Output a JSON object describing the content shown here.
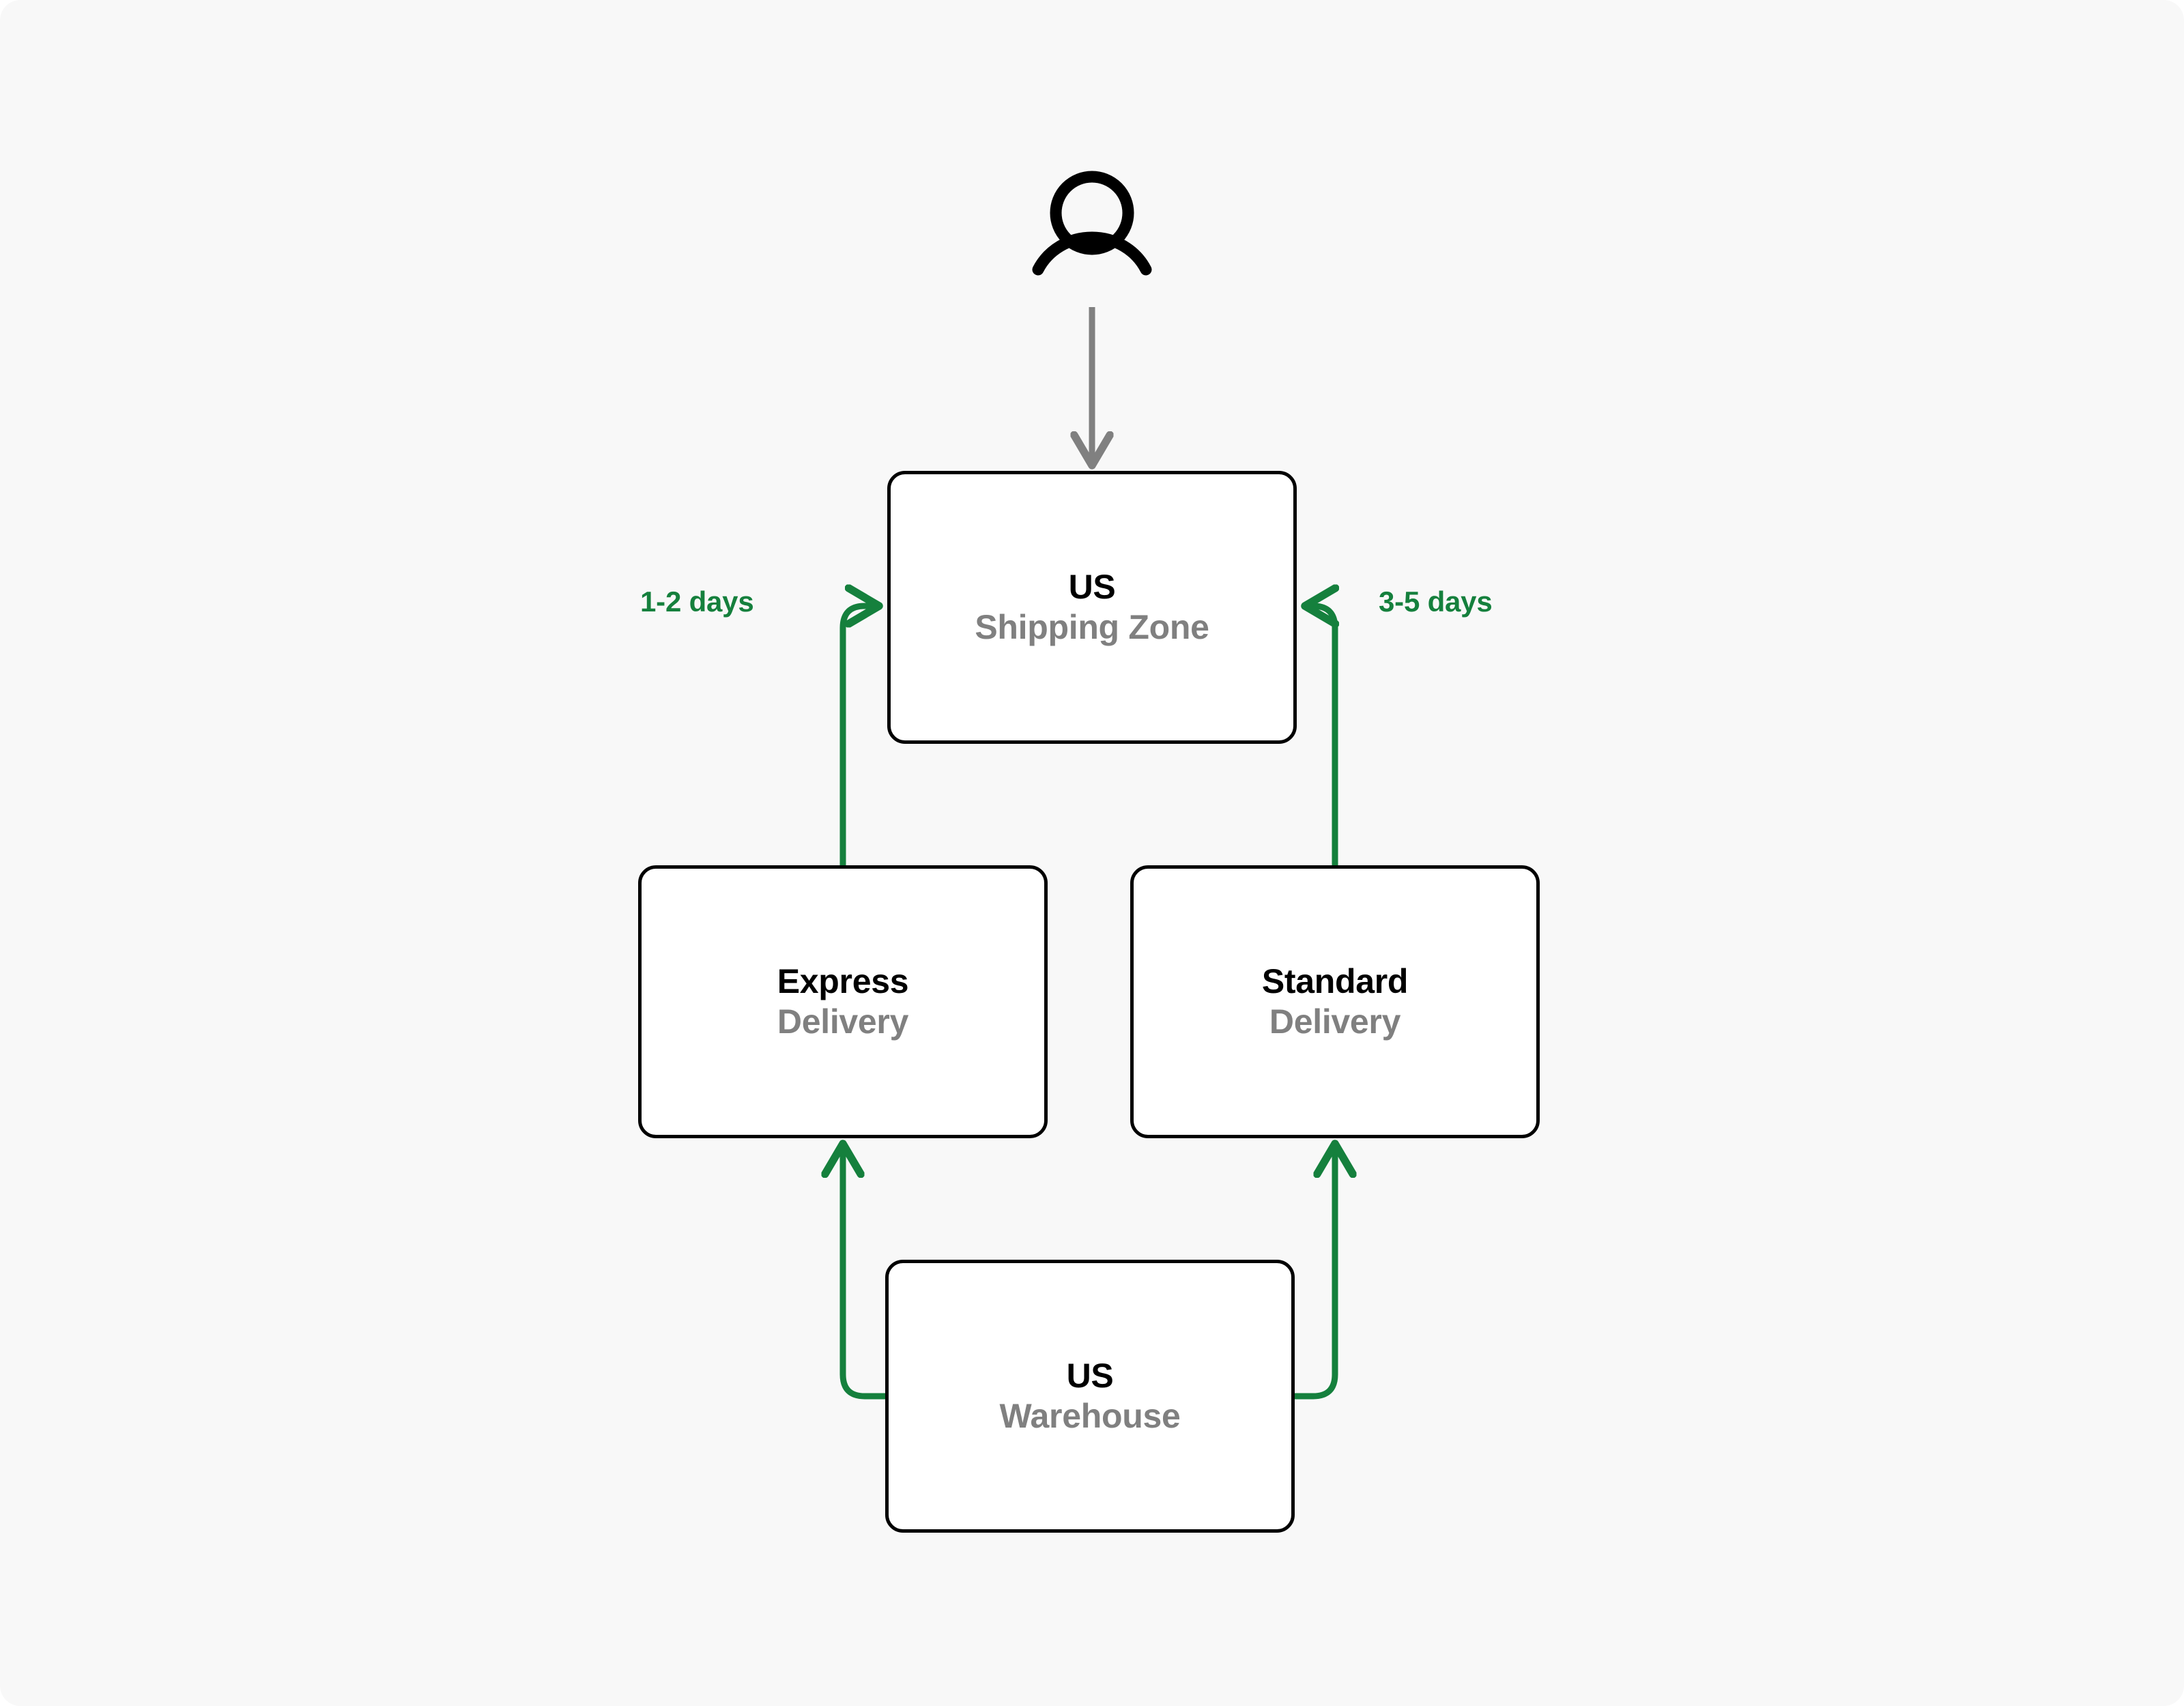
{
  "page": {
    "background_color": "#f8f8f8",
    "accent_green": "#15803d",
    "node_border_color": "#000000",
    "subtitle_color": "#808080",
    "actor_arrow_color": "#808080"
  },
  "actor": {
    "icon": "person-icon",
    "label": ""
  },
  "nodes": [
    {
      "id": "shipping-zone",
      "title": "US",
      "subtitle": "Shipping Zone"
    },
    {
      "id": "express",
      "title": "Express",
      "subtitle": "Delivery"
    },
    {
      "id": "standard",
      "title": "Standard",
      "subtitle": "Delivery"
    },
    {
      "id": "warehouse",
      "title": "US",
      "subtitle": "Warehouse"
    }
  ],
  "edges": [
    {
      "id": "actor-to-zone",
      "from": "actor",
      "to": "shipping-zone",
      "label": "",
      "color": "#808080"
    },
    {
      "id": "express-to-zone",
      "from": "express",
      "to": "shipping-zone",
      "label": "1-2 days",
      "color": "#15803d"
    },
    {
      "id": "standard-to-zone",
      "from": "standard",
      "to": "shipping-zone",
      "label": "3-5 days",
      "color": "#15803d"
    },
    {
      "id": "warehouse-to-express",
      "from": "warehouse",
      "to": "express",
      "label": "",
      "color": "#15803d"
    },
    {
      "id": "warehouse-to-standard",
      "from": "warehouse",
      "to": "standard",
      "label": "",
      "color": "#15803d"
    }
  ],
  "labels": {
    "express_days": "1-2 days",
    "standard_days": "3-5 days"
  }
}
